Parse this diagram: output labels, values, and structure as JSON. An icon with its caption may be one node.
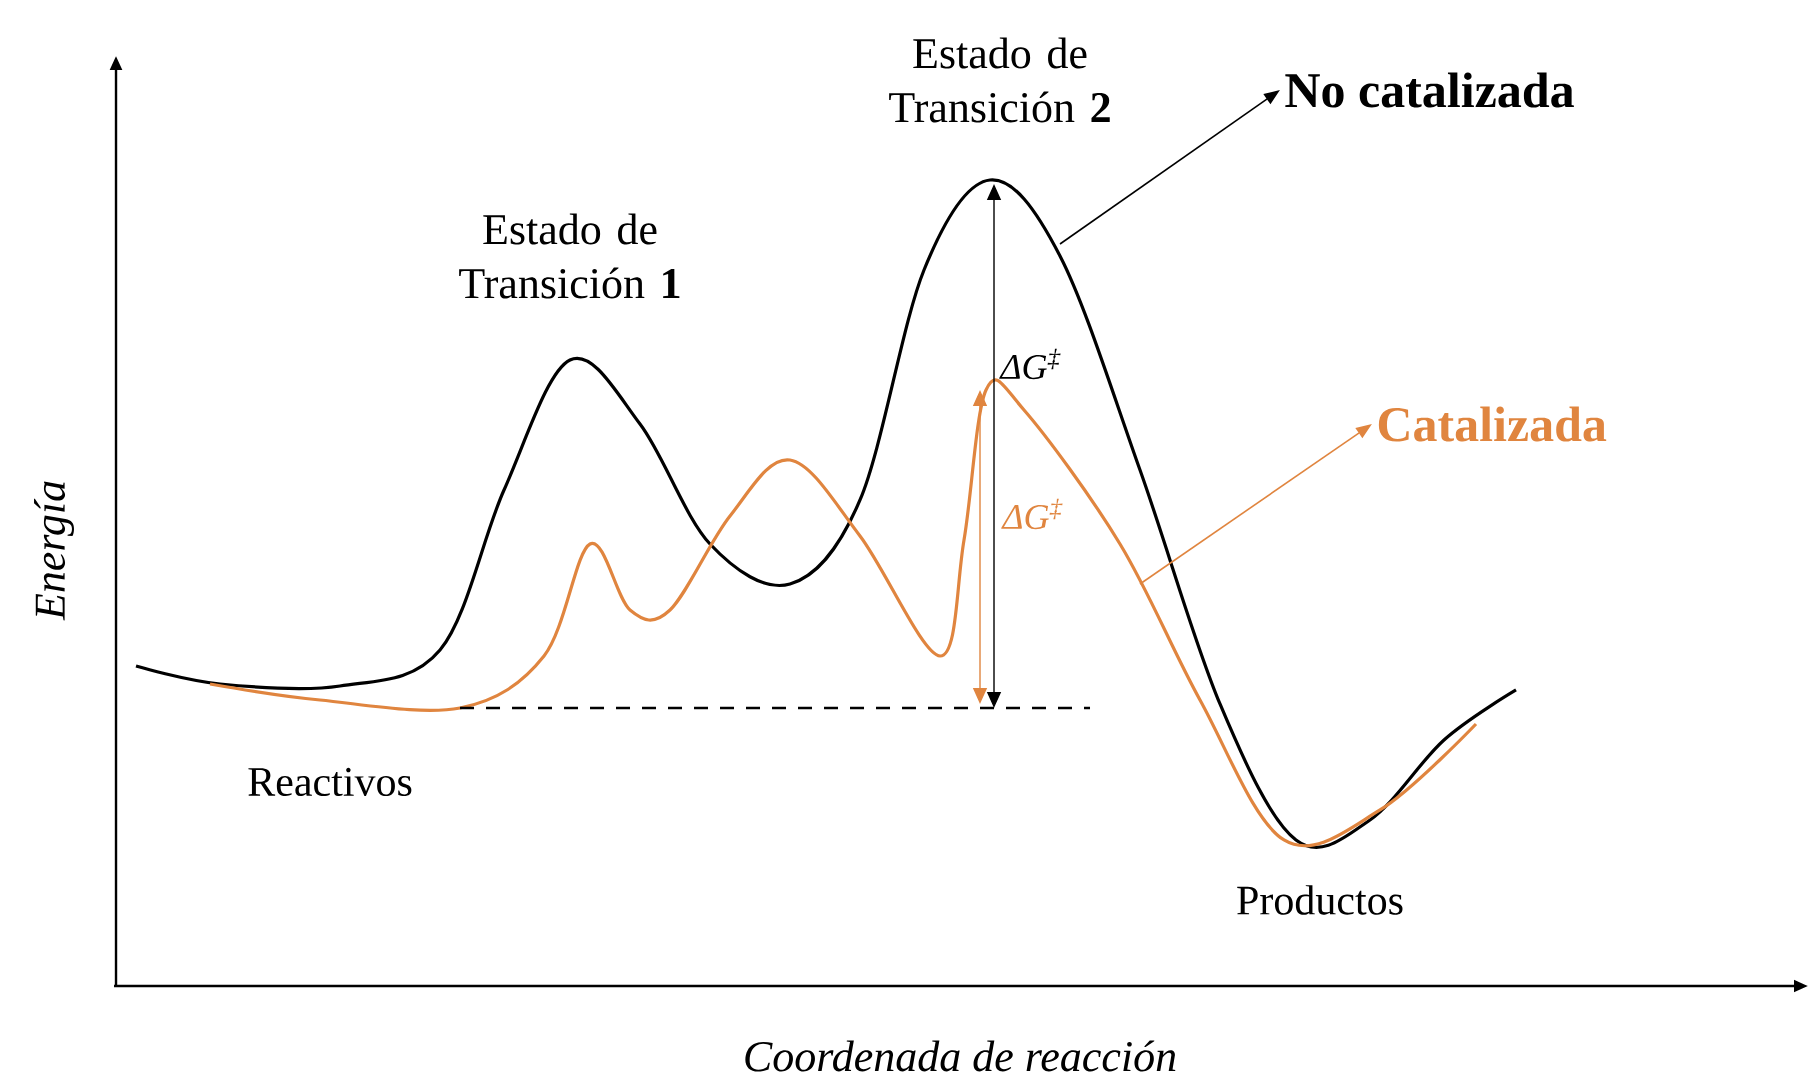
{
  "diagram": {
    "nodes": [
      {
        "text": [
          "No catalizada"
        ]
      },
      {
        "text": [
          "Catalizada"
        ]
      }
    ],
    "edges": [
      {
        "from": null,
        "to": 0,
        "arrow": "to"
      },
      {
        "from": null,
        "to": 1,
        "arrow": "to",
        "color": "#e0853f"
      }
    ],
    "labels": [
      "Estado de Transición **2**",
      "Estado de Transición **1**",
      "ΔG$^{‡}$",
      "ΔG$^{‡}$",
      "Energía",
      "Reactivos",
      "Productos",
      "Coordenada de reacción"
    ]
  }
}
